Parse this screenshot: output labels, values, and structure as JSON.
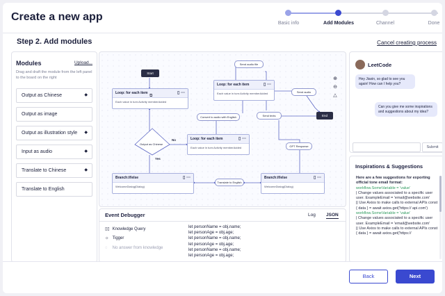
{
  "header": {
    "title": "Create a new app",
    "steps": [
      {
        "label": "Basic info",
        "state": "done"
      },
      {
        "label": "Add Modules",
        "state": "active"
      },
      {
        "label": "Channel",
        "state": "todo"
      },
      {
        "label": "Done",
        "state": "todo"
      }
    ]
  },
  "page": {
    "step_title": "Step 2. Add modules",
    "cancel_label": "Cancel creating process"
  },
  "modules": {
    "title": "Modules",
    "upload_label": "Upload...",
    "hint": "Drag and draft the module from the left panel to the board on the right",
    "items": [
      {
        "label": "Output as Chinese",
        "arrows": "◆"
      },
      {
        "label": "Output as image",
        "arrows": ""
      },
      {
        "label": "Output as illustration style",
        "arrows": "◆"
      },
      {
        "label": "Input as audio",
        "arrows": "◆"
      },
      {
        "label": "Translate to Chinese",
        "arrows": "◆"
      },
      {
        "label": "Translate to English",
        "arrows": ""
      }
    ]
  },
  "canvas": {
    "start_label": "Start",
    "end_label": "End",
    "nodes": {
      "loop1": {
        "title": "Loop: for each item",
        "body": "Each value in turn:Activity memberAdded"
      },
      "loop2": {
        "title": "Loop: for each item",
        "body": "Each value in turn:Activity memberAdded"
      },
      "loop3": {
        "title": "Loop: for each item",
        "body": "Each value in turn:Activity memberAdded"
      },
      "branch1": {
        "title": "Branch:if/else",
        "body": "WelcomeDialog(Dialog)"
      },
      "branch2": {
        "title": "Branch:if/else",
        "body": "WelcomeDialog(Dialog)"
      }
    },
    "pills": {
      "send_audio_file": "Send audio file",
      "send_audio": "Send audio",
      "convert_english": "Convert to audio with English",
      "send_texts": "Send texts",
      "gpt_response": "GPT Response",
      "translate_english": "Translate to English"
    },
    "diamond": "Output as Chinese",
    "yes_label": "Yes",
    "no_label": "No"
  },
  "chat": {
    "name": "LeetCode",
    "bot_message": "Hey Jiaxin, so glad to see you again! How can I help you?",
    "user_message": "Can you give me some inspirations and suggestions about my idea?",
    "input_placeholder": "",
    "submit_label": "Submit"
  },
  "inspirations": {
    "title": "Inspirations & Suggestions",
    "lines": [
      {
        "text": "Here are a few suggestions for exporting official tone email format:",
        "style": "bold"
      },
      {
        "text": "workflow.SomeVariable = 'value'",
        "style": "green"
      },
      {
        "text": "| Change values associated to a specific user user. ExampleEmail = 'email@website.com'",
        "style": "plain"
      },
      {
        "text": "|| Use Axios to make calls to external APIs const { data } = await axios.get('https:// api.com')",
        "style": "plain"
      },
      {
        "text": "workflow.SomeVariable = 'value'",
        "style": "green"
      },
      {
        "text": "| Change values associated to a specific user user. ExampleEmail = 'email@website.com'",
        "style": "plain"
      },
      {
        "text": "|| Use Axios to make calls to external APIs const { data } = await axios.get('https://",
        "style": "plain"
      }
    ]
  },
  "debugger": {
    "title": "Event Debugger",
    "tabs": [
      {
        "label": "Log",
        "active": false
      },
      {
        "label": "JSON",
        "active": true
      }
    ],
    "items": [
      {
        "icon": "▯▯",
        "label": "Knowledge Query",
        "muted": false
      },
      {
        "icon": "☼",
        "label": "Tigger",
        "muted": false
      },
      {
        "icon": "◌",
        "label": "No answer from knowledge",
        "muted": true
      }
    ],
    "code": [
      "let personName = obj.name;",
      "let personAge = obj.age;",
      "let personName = obj.name;",
      "let personAge = obj.age;",
      "let personName = obj.name;",
      "let personAge = obj.age;"
    ]
  },
  "footer": {
    "back_label": "Back",
    "next_label": "Next"
  },
  "colors": {
    "primary": "#3a49d0",
    "step_done": "#9aa3e8",
    "step_active": "#3a49d0",
    "step_todo": "#d4d6e2",
    "flow_line": "#5d67c4"
  }
}
